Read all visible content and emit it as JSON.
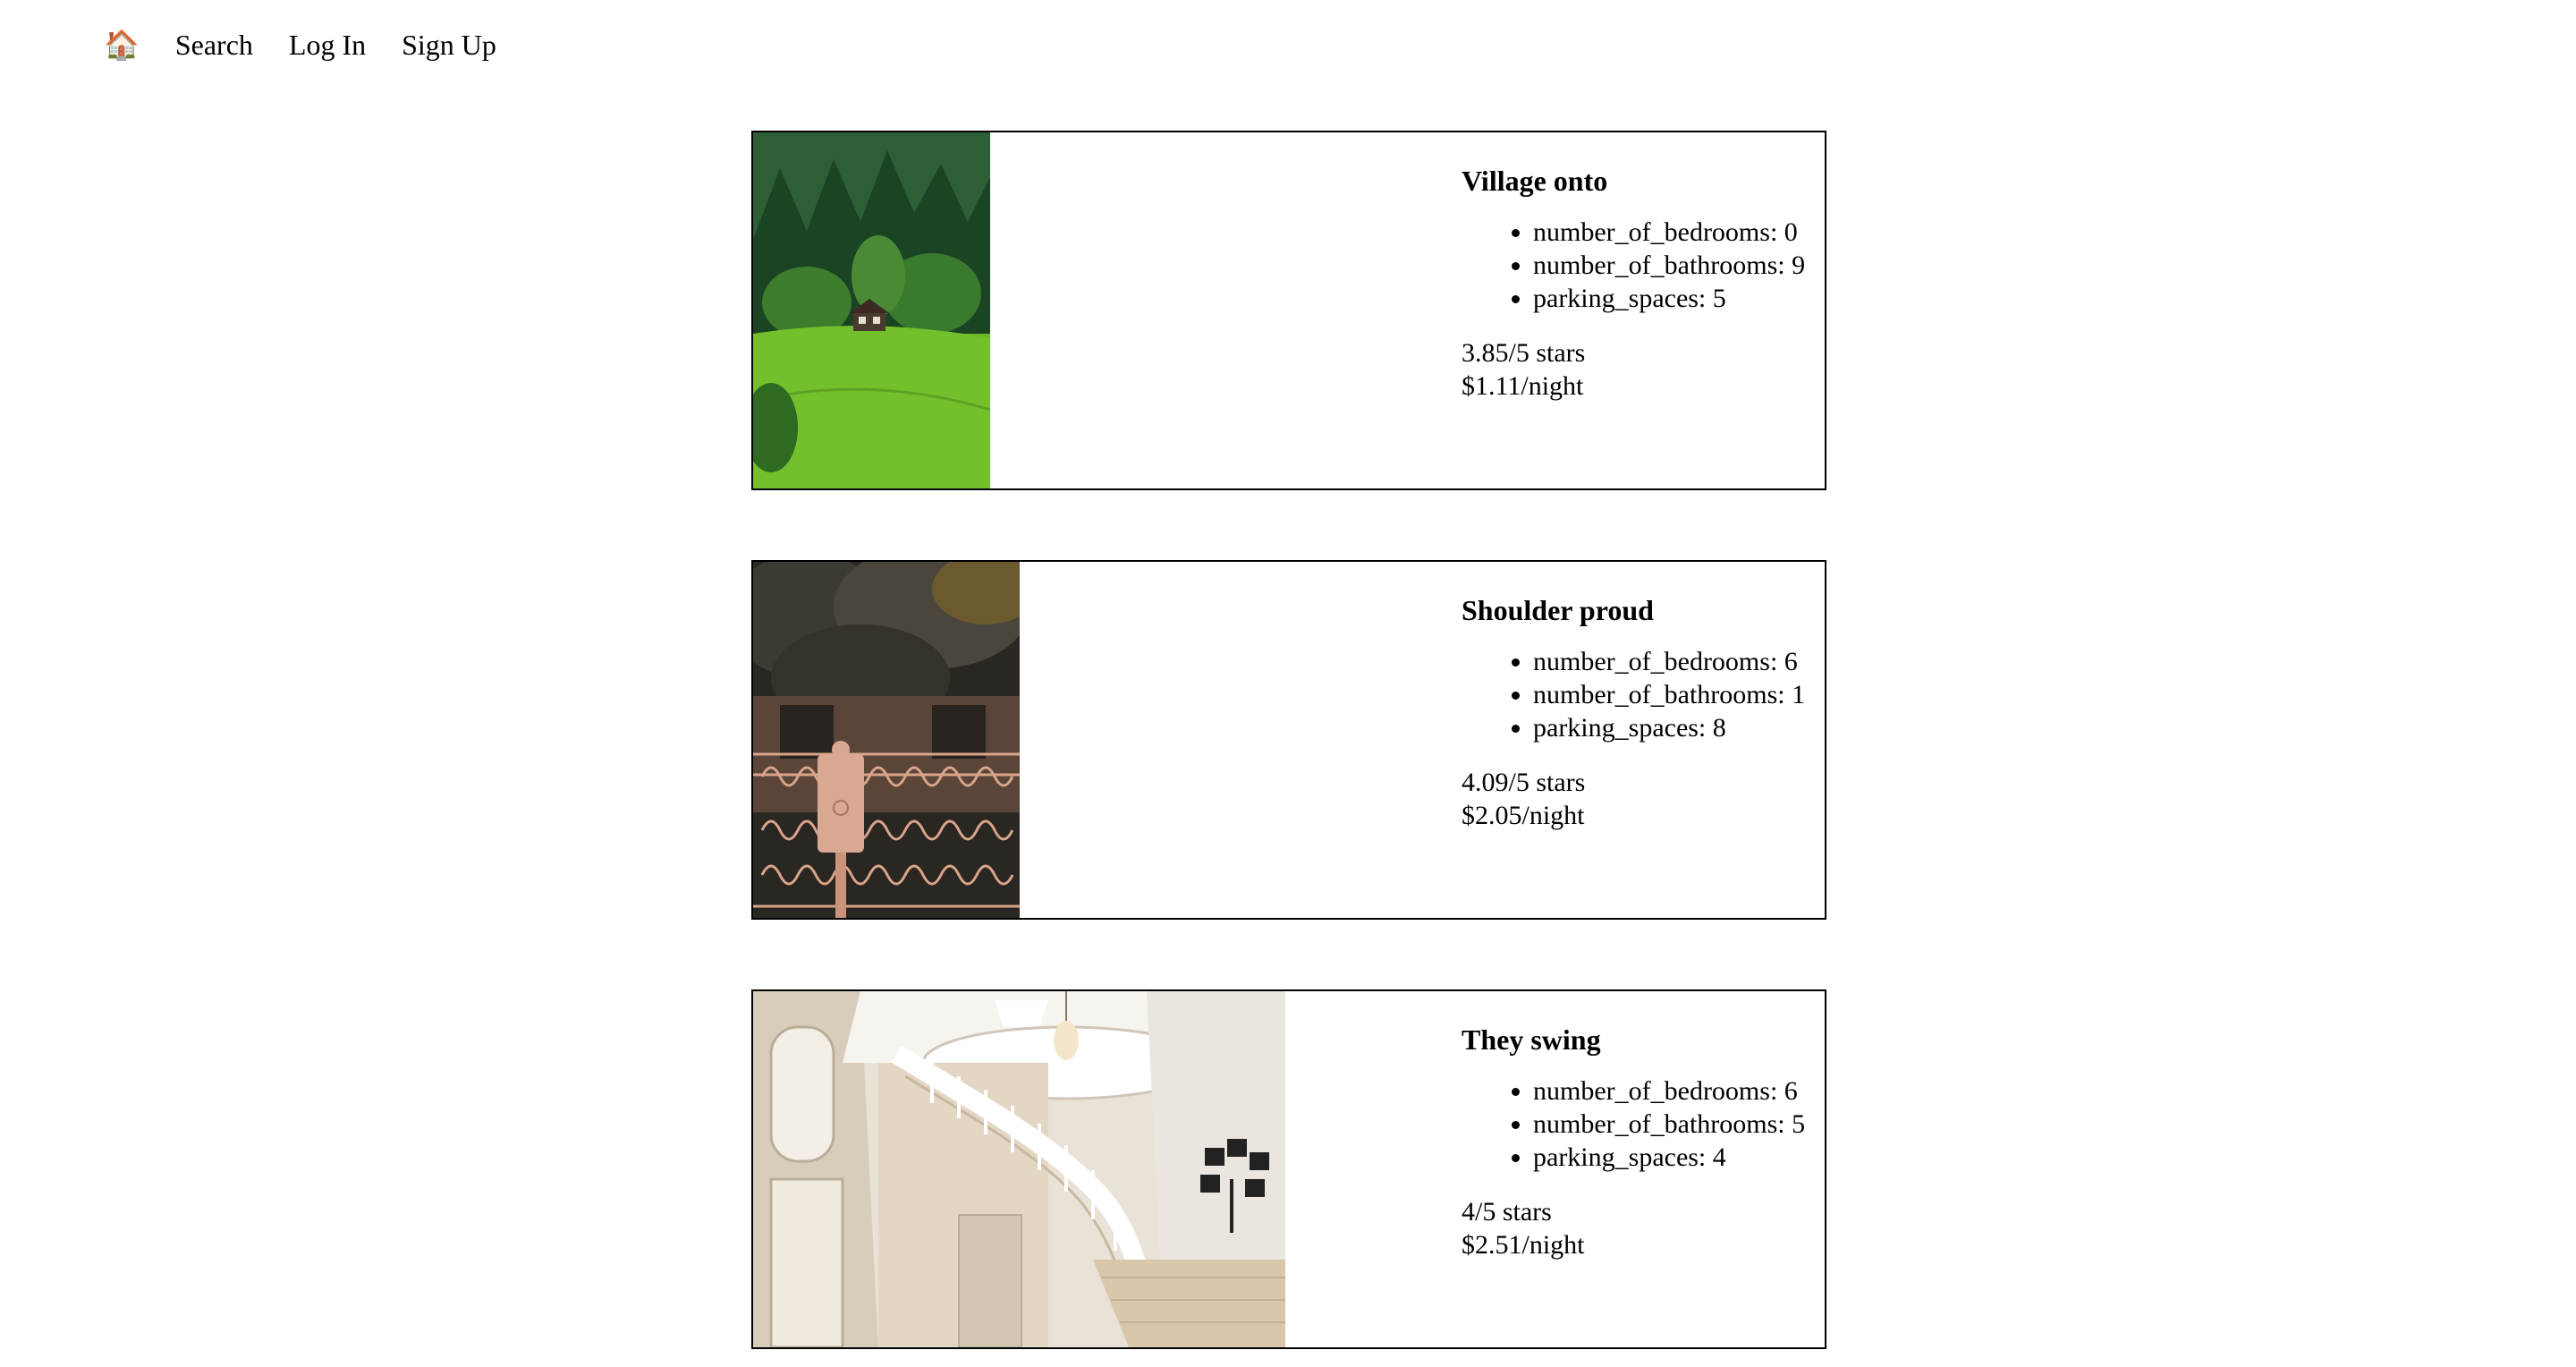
{
  "nav": {
    "home_icon": "🏠",
    "search": "Search",
    "login": "Log In",
    "signup": "Sign Up"
  },
  "listings": [
    {
      "title": "Village onto",
      "bedrooms": "number_of_bedrooms: 0",
      "bathrooms": "number_of_bathrooms: 9",
      "parking": "parking_spaces: 5",
      "rating": "3.85/5 stars",
      "price": "$1.11/night",
      "image": "forest-house-photo"
    },
    {
      "title": "Shoulder proud",
      "bedrooms": "number_of_bedrooms: 6",
      "bathrooms": "number_of_bathrooms: 1",
      "parking": "parking_spaces: 8",
      "rating": "4.09/5 stars",
      "price": "$2.05/night",
      "image": "gate-mailbox-photo"
    },
    {
      "title": "They swing",
      "bedrooms": "number_of_bedrooms: 6",
      "bathrooms": "number_of_bathrooms: 5",
      "parking": "parking_spaces: 4",
      "rating": "4/5 stars",
      "price": "$2.51/night",
      "image": "staircase-interior-photo"
    }
  ]
}
